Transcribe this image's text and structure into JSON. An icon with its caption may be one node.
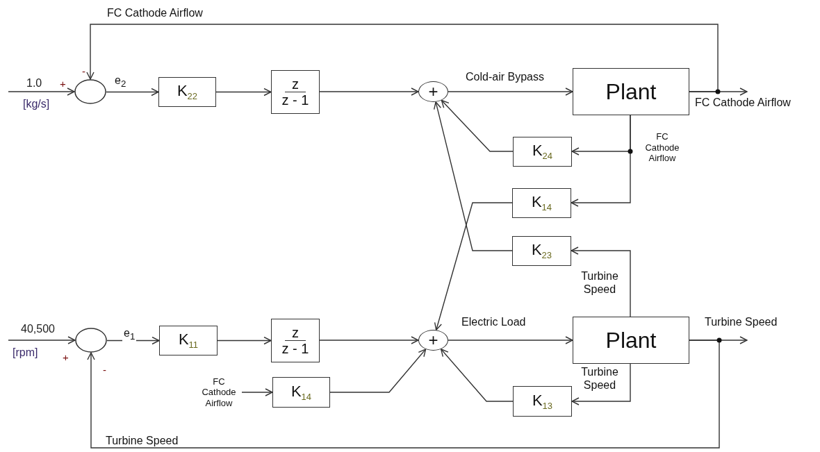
{
  "diagram": {
    "nodes": [
      {
        "text": [],
        "shape": "circle",
        "beside": [
          "+",
          "-"
        ]
      },
      {
        "text": [
          "K$_{22}$"
        ]
      },
      {
        "text": [
          "z",
          "z - 1"
        ]
      },
      {
        "text": [
          "+"
        ]
      },
      {
        "text": [
          "Plant"
        ]
      },
      {
        "text": [
          "K$_{24}$"
        ]
      },
      {
        "text": [
          "K$_{14}$"
        ]
      },
      {
        "text": [
          "K$_{23}$"
        ]
      },
      {
        "text": [],
        "shape": "circle",
        "beside": [
          "+",
          "-"
        ]
      },
      {
        "text": [
          "K$_{11}$"
        ]
      },
      {
        "text": [
          "z",
          "z - 1"
        ]
      },
      {
        "text": [
          "+"
        ]
      },
      {
        "text": [
          "Plant"
        ]
      },
      {
        "text": [
          "FC Cathode Airflow"
        ]
      },
      {
        "text": [
          "K$_{14}$"
        ]
      },
      {
        "text": [
          "K$_{13}$"
        ]
      }
    ],
    "edges": [
      {
        "from": null,
        "to": 0,
        "arrow": "to"
      },
      {
        "from": 0,
        "to": 1,
        "arrow": "to",
        "label": "e$_{2}$"
      },
      {
        "from": 1,
        "to": 2,
        "arrow": "to"
      },
      {
        "from": 2,
        "to": 3,
        "arrow": "to"
      },
      {
        "from": 3,
        "to": 4,
        "arrow": "to",
        "label": "Cold-air Bypass"
      },
      {
        "from": 4,
        "to": null,
        "arrow": "to",
        "label": "FC Cathode Airflow"
      },
      {
        "from": 4,
        "to": 0,
        "arrow": "to",
        "label": "FC Cathode Airflow"
      },
      {
        "from": 4,
        "to": 5,
        "arrow": "to",
        "label": "FC Cathode Airflow"
      },
      {
        "from": 4,
        "to": 6,
        "arrow": "to"
      },
      {
        "from": 5,
        "to": 3,
        "arrow": "to"
      },
      {
        "from": 6,
        "to": 11,
        "arrow": "to"
      },
      {
        "from": 7,
        "to": 3,
        "arrow": "to"
      },
      {
        "from": 12,
        "to": 7,
        "arrow": "to",
        "label": "Turbine Speed"
      },
      {
        "from": null,
        "to": 8,
        "arrow": "to"
      },
      {
        "from": 8,
        "to": 9,
        "arrow": "to",
        "label": "e$_{1}$"
      },
      {
        "from": 9,
        "to": 10,
        "arrow": "to"
      },
      {
        "from": 10,
        "to": 11,
        "arrow": "to"
      },
      {
        "from": 11,
        "to": 12,
        "arrow": "to",
        "label": "Electric Load"
      },
      {
        "from": 12,
        "to": null,
        "arrow": "to",
        "label": "Turbine Speed"
      },
      {
        "from": 12,
        "to": 8,
        "arrow": "to",
        "label": "Turbine Speed"
      },
      {
        "from": 12,
        "to": 15,
        "arrow": "to",
        "label": "Turbine Speed"
      },
      {
        "from": 13,
        "to": 14,
        "arrow": "to"
      },
      {
        "from": 14,
        "to": 11,
        "arrow": "to"
      },
      {
        "from": 15,
        "to": 11,
        "arrow": "to"
      }
    ],
    "labels": [
      "1.0",
      "[kg/s]",
      "40,500",
      "[rpm]"
    ]
  }
}
